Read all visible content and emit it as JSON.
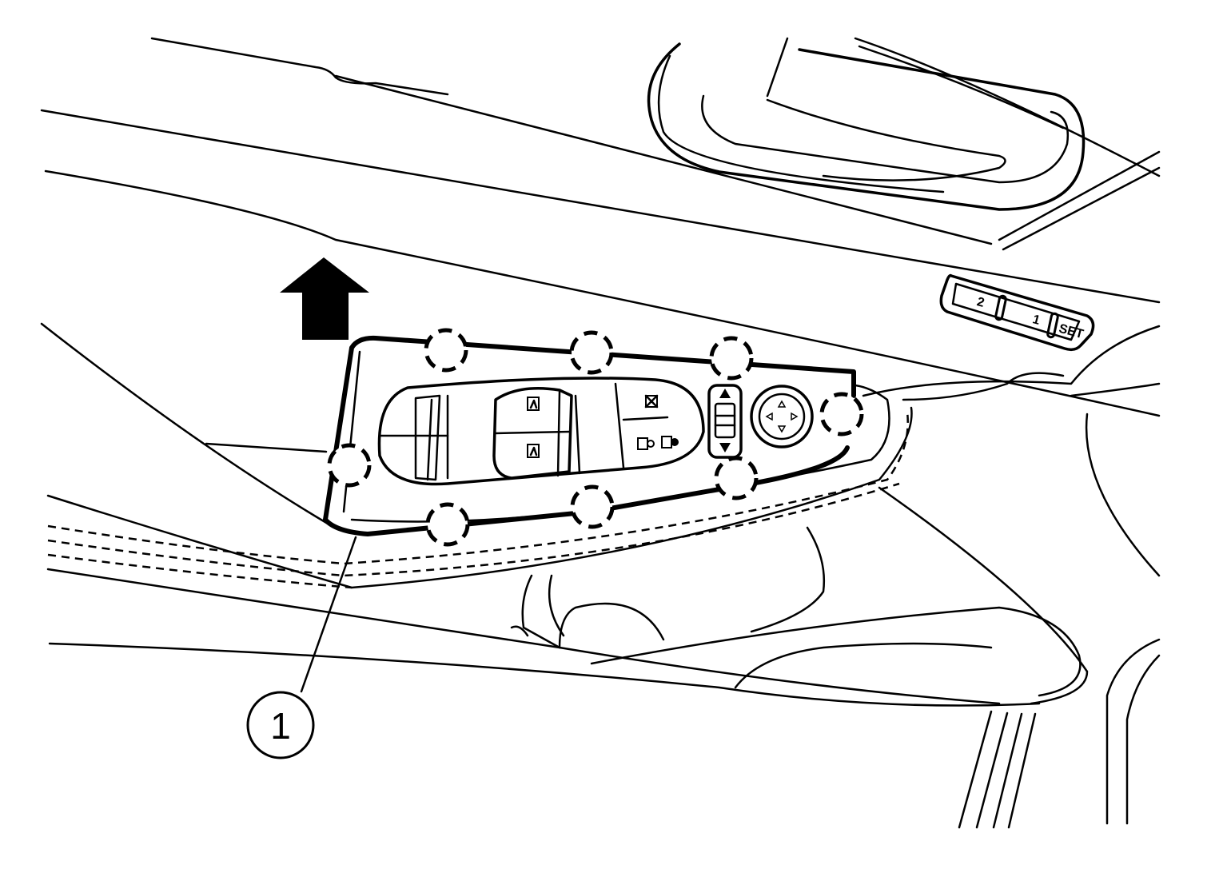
{
  "callout": {
    "number": "1"
  },
  "memory_panel": {
    "button_2": "2",
    "button_1": "1",
    "set_label": "SET"
  },
  "colors": {
    "line": "#000000",
    "background": "#ffffff"
  },
  "icons": [
    "up-arrow-icon",
    "window-switch-auto-icon",
    "window-lock-icon",
    "door-lock-icon",
    "mirror-selector-icon",
    "mirror-joystick-icon"
  ]
}
